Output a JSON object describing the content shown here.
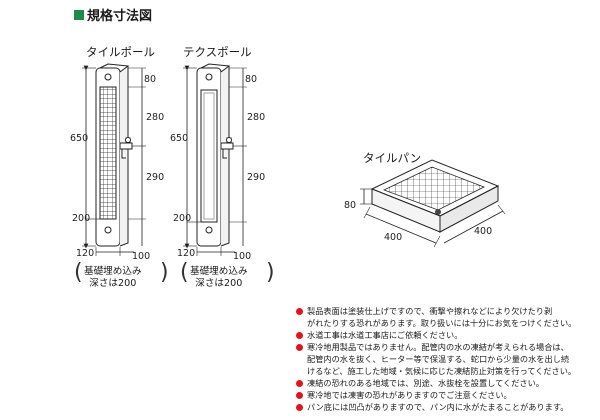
{
  "heading": "規格寸法図",
  "tile_pole": {
    "title": "タイルポール",
    "dims": {
      "top": "80",
      "mid": "280",
      "lower": "290",
      "bottom": "200",
      "height": "650",
      "width": "120",
      "depth": "100"
    },
    "note_line1": "基礎埋め込み",
    "note_line2": "深さは200"
  },
  "tex_pole": {
    "title": "テクスポール",
    "dims": {
      "top": "80",
      "mid": "280",
      "lower": "290",
      "bottom": "200",
      "height": "650",
      "width": "120",
      "depth": "100"
    },
    "note_line1": "基礎埋め込み",
    "note_line2": "深さは200"
  },
  "tile_pan": {
    "title": "タイルパン",
    "dims": {
      "height": "80",
      "width": "400",
      "depth": "400"
    }
  },
  "notes": [
    "製品表面は塗装仕上げですので、衝撃や擦れなどにより欠けたり剥",
    "がれたりする恐れがあります。取り扱いには十分にお気をつけください。",
    "水道工事は水道工事店にご依頼ください。",
    "寒冷地用製品ではありません。配管内の水の凍結が考えられる場合は、",
    "配管内の水を抜く、ヒーター等で保温する、蛇口から少量の水を出し続",
    "けるなど、施工した地域・気候に応じた凍結防止対策を行ってください。",
    "凍結の恐れのある地域では、別途、水抜栓を設置してください。",
    "寒冷地では凍害の恐れがありますのでご注意ください。",
    "パン底には凹凸がありますので、パン内に水がたまることがあります。"
  ],
  "note_bullets": [
    true,
    false,
    true,
    true,
    false,
    false,
    true,
    true,
    true
  ],
  "colors": {
    "accent": "#1f8a4c",
    "bullet": "#e0141e"
  }
}
